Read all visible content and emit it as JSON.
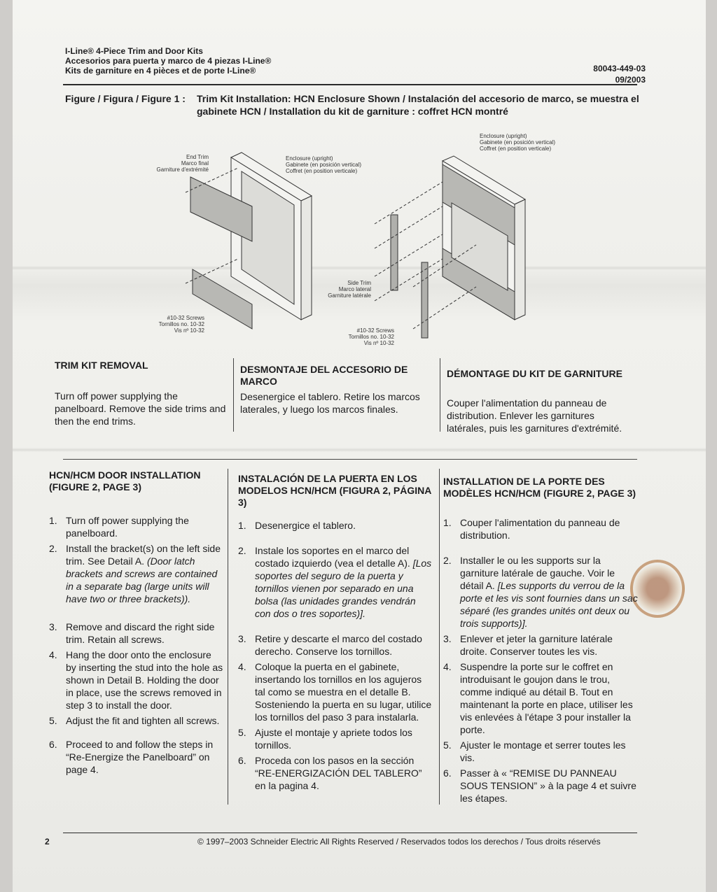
{
  "header": {
    "title_lines": [
      "I-Line® 4-Piece Trim and Door Kits",
      "Accesorios para puerta y marco de 4 piezas I-Line®",
      "Kits de garniture en 4 pièces et de porte I-Line®"
    ],
    "doc_number": "80043-449-03",
    "date": "09/2003"
  },
  "figure": {
    "label": "Figure / Figura / Figure 1 :",
    "caption": "Trim Kit Installation: HCN Enclosure Shown / Instalación del accesorio de marco, se muestra el gabinete HCN / Installation du kit de garniture : coffret HCN montré",
    "labels": {
      "end_trim": [
        "End Trim",
        "Marco final",
        "Garniture d'extrémité"
      ],
      "enclosure": [
        "Enclosure (upright)",
        "Gabinete (en posición vertical)",
        "Coffret (en position verticale)"
      ],
      "screws": [
        "#10-32 Screws",
        "Tornillos no. 10-32",
        "Vis nº 10-32"
      ],
      "side_trim": [
        "Side Trim",
        "Marco lateral",
        "Garniture latérale"
      ]
    }
  },
  "removal": {
    "en": {
      "heading": "TRIM KIT REMOVAL",
      "body": "Turn off power supplying the panelboard. Remove the side trims and then the end trims."
    },
    "es": {
      "heading": "DESMONTAJE DEL ACCESORIO DE MARCO",
      "body": "Desenergice el tablero. Retire los marcos laterales, y luego los marcos finales."
    },
    "fr": {
      "heading": "DÉMONTAGE DU KIT DE GARNITURE",
      "body": "Couper l'alimentation du panneau de distribution. Enlever les garnitures latérales, puis les garnitures d'extrémité."
    }
  },
  "door": {
    "en": {
      "heading": "HCN/HCM DOOR INSTALLATION (FIGURE 2, PAGE 3)",
      "steps": [
        {
          "n": "1.",
          "text": "Turn off power supplying the panelboard."
        },
        {
          "n": "2.",
          "text": "Install the bracket(s) on the left side trim. See Detail A. ",
          "italic": "(Door latch brackets and screws are contained in a separate bag (large units will have two or three brackets))."
        },
        {
          "n": "3.",
          "text": "Remove and discard the right side trim. Retain all screws."
        },
        {
          "n": "4.",
          "text": "Hang the door onto the enclosure by inserting the stud into the hole as shown in Detail B. Holding the door in place, use the screws removed in step 3 to install the door."
        },
        {
          "n": "5.",
          "text": "Adjust the fit and tighten all screws."
        },
        {
          "n": "6.",
          "text": "Proceed to and follow the steps in “Re-Energize the Panelboard” on page 4."
        }
      ]
    },
    "es": {
      "heading": "INSTALACIÓN DE LA PUERTA EN LOS MODELOS HCN/HCM (FIGURA 2, PÁGINA 3)",
      "steps": [
        {
          "n": "1.",
          "text": "Desenergice el tablero."
        },
        {
          "n": "2.",
          "text": "Instale los soportes en el marco del costado izquierdo (vea el detalle A). ",
          "italic": "[Los soportes del seguro de la puerta y tornillos vienen por separado en una bolsa (las unidades grandes vendrán con dos o tres soportes)]."
        },
        {
          "n": "3.",
          "text": "Retire y descarte el marco del costado derecho. Conserve los tornillos."
        },
        {
          "n": "4.",
          "text": "Coloque la puerta en el gabinete, insertando los tornillos en los agujeros tal como se muestra en el detalle B. Sosteniendo la puerta en su lugar, utilice los tornillos del paso 3 para instalarla."
        },
        {
          "n": "5.",
          "text": "Ajuste el montaje y apriete todos los tornillos."
        },
        {
          "n": "6.",
          "text": "Proceda con los pasos en la sección “RE-ENERGIZACIÓN DEL TABLERO” en la pagina 4."
        }
      ]
    },
    "fr": {
      "heading": "INSTALLATION DE LA PORTE DES MODÈLES HCN/HCM (FIGURE 2, PAGE 3)",
      "steps": [
        {
          "n": "1.",
          "text": "Couper l'alimentation du panneau de distribution."
        },
        {
          "n": "2.",
          "text": "Installer le ou les supports sur la garniture latérale de gauche. Voir le détail A. ",
          "italic": "[Les supports du verrou de la porte et les vis sont fournies dans un sac séparé (les grandes unités ont deux ou trois supports)]."
        },
        {
          "n": "3.",
          "text": "Enlever et jeter la garniture latérale droite. Conserver toutes les vis."
        },
        {
          "n": "4.",
          "text": "Suspendre la porte sur le coffret en introduisant le goujon dans le trou, comme indiqué au détail B. Tout en maintenant la porte en place, utiliser les vis enlevées à l'étape 3 pour installer la porte."
        },
        {
          "n": "5.",
          "text": "Ajuster le montage et serrer toutes les vis."
        },
        {
          "n": "6.",
          "text": "Passer à « “REMISE DU PANNEAU SOUS TENSION” » à la page 4 et suivre les étapes."
        }
      ]
    }
  },
  "footer": {
    "page": "2",
    "copyright": "© 1997–2003 Schneider Electric All Rights Reserved / Reservados todos los derechos / Tous droits réservés"
  }
}
